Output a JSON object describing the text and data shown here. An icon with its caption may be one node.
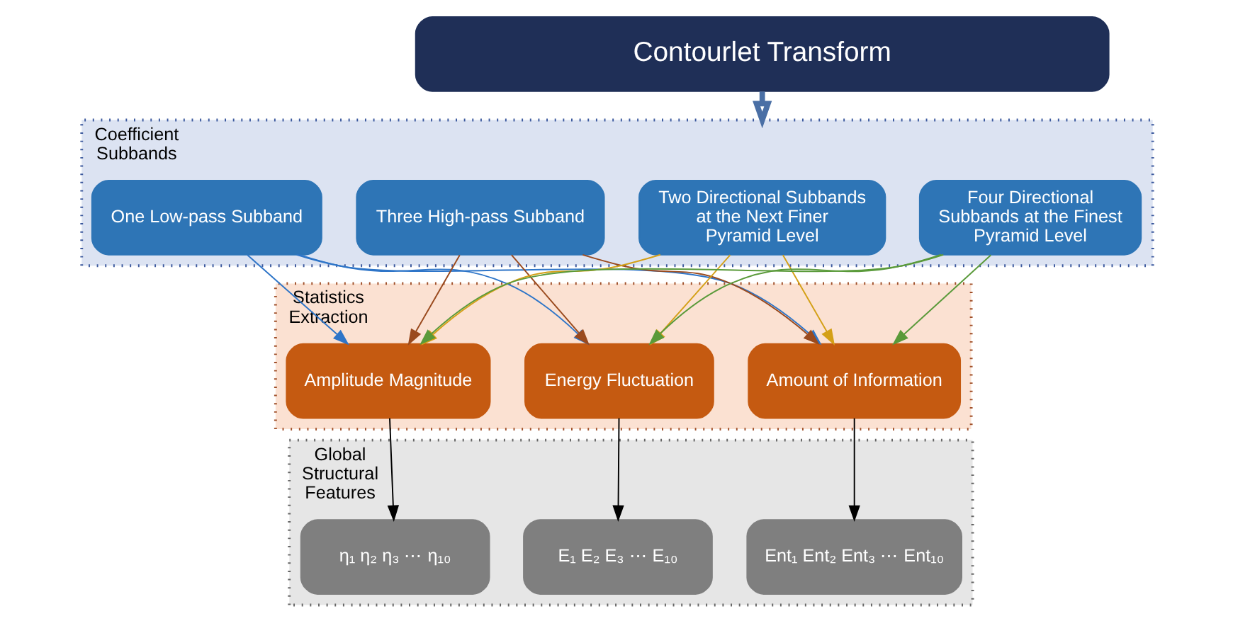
{
  "diagram": {
    "nodes": [
      {
        "text": [
          "Contourlet Transform"
        ]
      },
      {
        "text": [
          "Coefficient Subbands"
        ]
      },
      {
        "text": [
          "One Low-pass Subband"
        ],
        "in": 1
      },
      {
        "text": [
          "Three High-pass Subband"
        ],
        "in": 1
      },
      {
        "text": [
          "Two Directional Subbands at the Next Finer Pyramid Level"
        ],
        "in": 1
      },
      {
        "text": [
          "Four Directional Subbands at the Finest Pyramid Level"
        ],
        "in": 1
      },
      {
        "text": [
          "Statistics Extraction"
        ]
      },
      {
        "text": [
          "Amplitude Magnitude"
        ],
        "in": 6
      },
      {
        "text": [
          "Energy Fluctuation"
        ],
        "in": 6
      },
      {
        "text": [
          "Amount of Information"
        ],
        "in": 6
      },
      {
        "text": [
          "Global Structural Features"
        ]
      },
      {
        "text": [
          "η₁ η₂ η₃ ⋯ η₁₀"
        ],
        "in": 10
      },
      {
        "text": [
          "E₁ E₂ E₃ ⋯ E₁₀"
        ],
        "in": 10
      },
      {
        "text": [
          "Ent₁ Ent₂ Ent₃ ⋯ Ent₁₀"
        ],
        "in": 10
      }
    ],
    "edges": [
      {
        "from": 0,
        "to": 1,
        "arrow": "to",
        "style": "thick",
        "color": "#4a6fa5"
      },
      {
        "from": 2,
        "to": 7,
        "arrow": "to",
        "color": "#2e75c8"
      },
      {
        "from": 2,
        "to": 8,
        "arrow": "to",
        "color": "#2e75c8"
      },
      {
        "from": 2,
        "to": 9,
        "arrow": "to",
        "color": "#2e75c8"
      },
      {
        "from": 3,
        "to": 7,
        "arrow": "to",
        "color": "#9a4a1e"
      },
      {
        "from": 3,
        "to": 8,
        "arrow": "to",
        "color": "#9a4a1e"
      },
      {
        "from": 3,
        "to": 9,
        "arrow": "to",
        "color": "#9a4a1e"
      },
      {
        "from": 4,
        "to": 7,
        "arrow": "to",
        "color": "#d4a017"
      },
      {
        "from": 4,
        "to": 8,
        "arrow": "to",
        "color": "#d4a017"
      },
      {
        "from": 4,
        "to": 9,
        "arrow": "to",
        "color": "#d4a017"
      },
      {
        "from": 5,
        "to": 7,
        "arrow": "to",
        "color": "#5a9a3a"
      },
      {
        "from": 5,
        "to": 8,
        "arrow": "to",
        "color": "#5a9a3a"
      },
      {
        "from": 5,
        "to": 9,
        "arrow": "to",
        "color": "#5a9a3a"
      },
      {
        "from": 7,
        "to": 11,
        "arrow": "to",
        "color": "#000000"
      },
      {
        "from": 8,
        "to": 12,
        "arrow": "to",
        "color": "#000000"
      },
      {
        "from": 9,
        "to": 13,
        "arrow": "to",
        "color": "#000000"
      }
    ]
  }
}
